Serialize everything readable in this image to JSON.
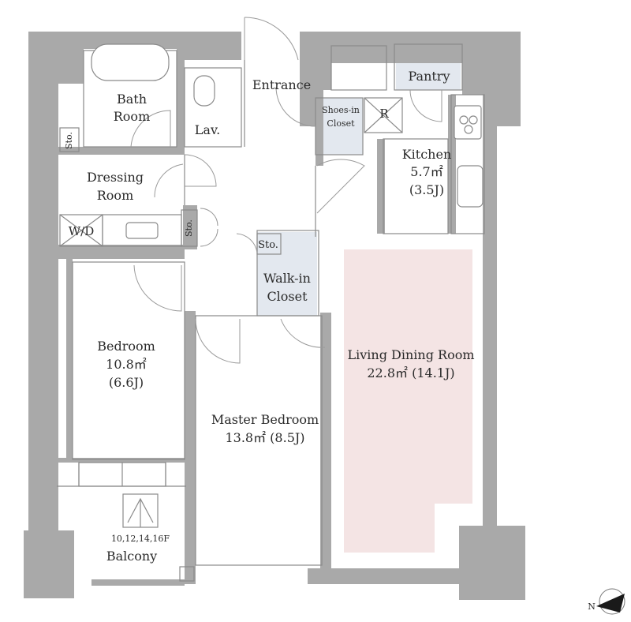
{
  "colors": {
    "wall": "#a9a9a9",
    "living_highlight": "#f4e4e4",
    "closet_fill": "#e3e8ef"
  },
  "rooms": {
    "bath": [
      "Bath",
      "Room"
    ],
    "lav": "Lav.",
    "entrance": "Entrance",
    "shoes_closet": [
      "Shoes-in",
      "Closet"
    ],
    "refrigerator": "R",
    "pantry": "Pantry",
    "kitchen": [
      "Kitchen",
      "5.7㎡",
      "(3.5J)"
    ],
    "dressing": [
      "Dressing",
      "Room"
    ],
    "storage": "Sto.",
    "washer_dryer": "W/D",
    "walk_in_closet": [
      "Walk-in",
      "Closet"
    ],
    "bedroom": [
      "Bedroom",
      "10.8㎡",
      "(6.6J)"
    ],
    "master_bedroom": [
      "Master Bedroom",
      "13.8㎡  (8.5J)"
    ],
    "living_dining": [
      "Living Dining Room",
      "22.8㎡  (14.1J)"
    ],
    "balcony_floors": "10,12,14,16F",
    "balcony": "Balcony"
  },
  "compass": {
    "label": "N",
    "icon": "north-arrow-icon"
  }
}
